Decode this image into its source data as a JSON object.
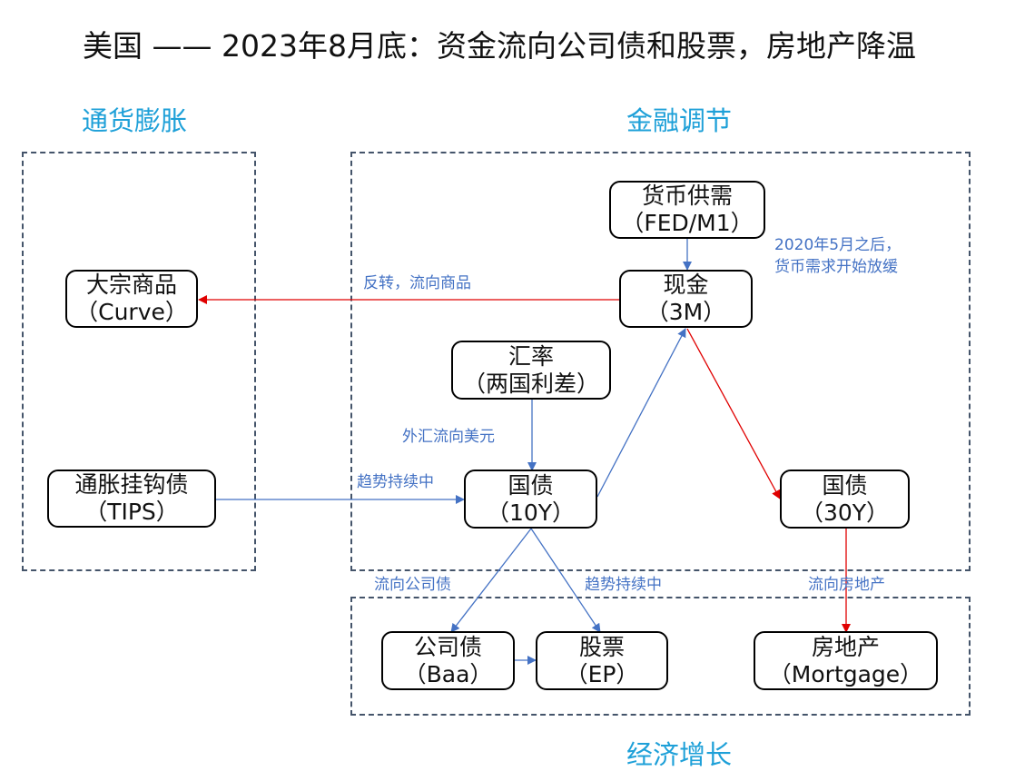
{
  "title": "美国 —— 2023年8月底：资金流向公司债和股票，房地产降温",
  "sections": {
    "inflation": "通货膨胀",
    "financial": "金融调节",
    "growth": "经济增长"
  },
  "nodes": {
    "money_supply": {
      "line1": "货币供需",
      "line2": "（FED/M1）"
    },
    "cash": {
      "line1": "现金",
      "line2": "（3M）"
    },
    "commodities": {
      "line1": "大宗商品",
      "line2": "（Curve）"
    },
    "fx": {
      "line1": "汇率",
      "line2": "（两国利差）"
    },
    "tips": {
      "line1": "通胀挂钩债",
      "line2": "（TIPS）"
    },
    "treasury_10y": {
      "line1": "国债",
      "line2": "（10Y）"
    },
    "treasury_30y": {
      "line1": "国债",
      "line2": "（30Y）"
    },
    "corporate_bond": {
      "line1": "公司债",
      "line2": "（Baa）"
    },
    "stocks": {
      "line1": "股票",
      "line2": "（EP）"
    },
    "real_estate": {
      "line1": "房地产",
      "line2": "（Mortgage）"
    }
  },
  "edge_labels": {
    "money_note_1": "2020年5月之后，",
    "money_note_2": "货币需求开始放缓",
    "cash_to_commodities": "反转，流向商品",
    "fx_to_10y": "外汇流向美元",
    "tips_to_10y": "趋势持续中",
    "to_corporate": "流向公司债",
    "to_stocks": "趋势持续中",
    "to_real_estate": "流向房地产"
  },
  "colors": {
    "blue_arrow": "#4472c4",
    "red_arrow": "#e00000",
    "section_title": "#1ea0d8",
    "group_border": "#44546a"
  }
}
